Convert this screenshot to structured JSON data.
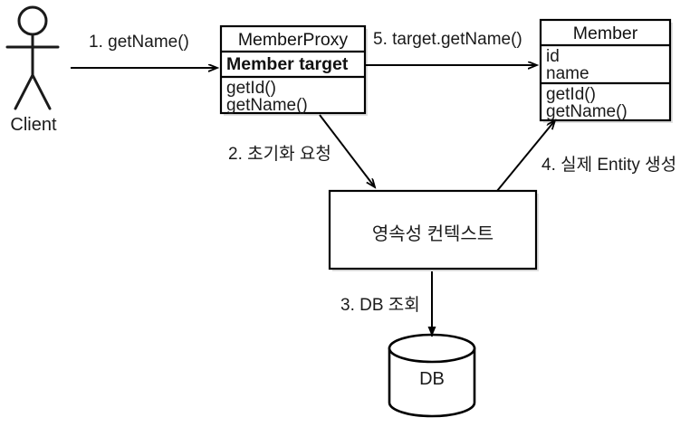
{
  "diagram": {
    "type": "uml-sequence-object-diagram",
    "actor": {
      "label": "Client",
      "icon": "stick-figure-actor"
    },
    "classes": [
      {
        "name": "proxy-class",
        "title": "MemberProxy",
        "attributes": [
          "Member target"
        ],
        "methods": [
          "getId()",
          "getName()"
        ]
      },
      {
        "name": "entity-class",
        "title": "Member",
        "attributes": [
          "id",
          "name"
        ],
        "methods": [
          "getId()",
          "getName()"
        ]
      }
    ],
    "nodes": [
      {
        "name": "persistence-context",
        "label": "영속성 컨텍스트"
      },
      {
        "name": "database",
        "label": "DB",
        "shape": "cylinder"
      }
    ],
    "arrows": [
      {
        "name": "arrow-client-to-proxy",
        "label": "1. getName()",
        "from": "Client",
        "to": "MemberProxy"
      },
      {
        "name": "arrow-proxy-to-context",
        "label": "2. 초기화 요청",
        "from": "MemberProxy",
        "to": "영속성 컨텍스트"
      },
      {
        "name": "arrow-context-to-db",
        "label": "3. DB 조회",
        "from": "영속성 컨텍스트",
        "to": "DB"
      },
      {
        "name": "arrow-context-to-member",
        "label": "4. 실제 Entity 생성",
        "from": "영속성 컨텍스트",
        "to": "Member"
      },
      {
        "name": "arrow-proxy-to-member",
        "label": "5. target.getName()",
        "from": "MemberProxy",
        "to": "Member"
      }
    ],
    "colors": {
      "stroke": "#000000",
      "fill": "#ffffff",
      "text": "#1a1a1a"
    }
  }
}
